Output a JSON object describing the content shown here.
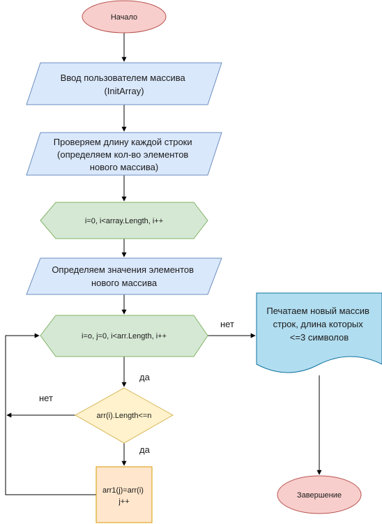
{
  "nodes": {
    "start": {
      "text": "Начало",
      "fill": "#f8cecc",
      "stroke": "#b85450"
    },
    "input": {
      "lines": [
        "Ввод пользователем массива",
        "(InitArray)"
      ],
      "fill": "#dae8fc",
      "stroke": "#6c8ebf"
    },
    "check": {
      "lines": [
        "Проверяем длину каждой строки",
        "(определяем кол-во элементов",
        "нового массива)"
      ],
      "fill": "#dae8fc",
      "stroke": "#6c8ebf"
    },
    "loop1": {
      "text": "i=0, i<array.Length, i++",
      "fill": "#d5e8d4",
      "stroke": "#82b366"
    },
    "define": {
      "lines": [
        "Определяем значения элементов",
        "нового массива"
      ],
      "fill": "#dae8fc",
      "stroke": "#6c8ebf"
    },
    "loop2": {
      "text": "i=o, j=0, i<arr.Length, i++",
      "fill": "#d5e8d4",
      "stroke": "#82b366"
    },
    "cond": {
      "text": "arr(i).Length<=n",
      "fill": "#fff2cc",
      "stroke": "#d6b656"
    },
    "assign": {
      "lines": [
        "arr1(j)=arr(i)",
        "j++"
      ],
      "fill": "#ffe6cc",
      "stroke": "#d79b00"
    },
    "print": {
      "lines": [
        "Печатаем новый массив",
        "строк, длина которых",
        "<=3 символов"
      ],
      "fill": "#b1ddf0",
      "stroke": "#10739e"
    },
    "end": {
      "text": "Завершение",
      "fill": "#f8cecc",
      "stroke": "#b85450"
    }
  },
  "edge_labels": {
    "loop_exit": "нет",
    "loop_yes": "да",
    "cond_no": "нет",
    "cond_yes": "да"
  }
}
